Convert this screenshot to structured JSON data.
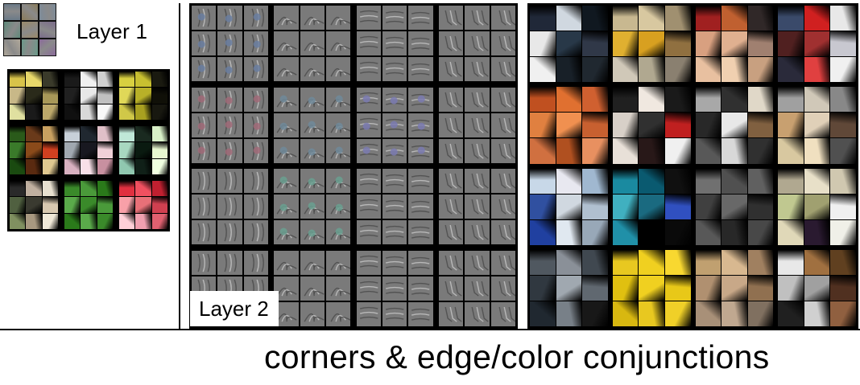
{
  "layer1": {
    "label": "Layer 1"
  },
  "layer2": {
    "label": "Layer 2"
  },
  "caption": "corners & edge/color conjunctions",
  "colors": {
    "background": "#ffffff",
    "grid_border": "#000000",
    "filter_gray": "#7a7a7a"
  },
  "layer1_filter_colors": [
    "#6b7a88",
    "#8a7c5a",
    "#7c8b9a",
    "#5f8a7a",
    "#9a8a6a",
    "#7a6b8a",
    "#b0a89a",
    "#6a9a8a",
    "#8a6a9a"
  ],
  "layer1_patch_groups": [
    [
      "#d8c34a",
      "#e8d86a",
      "#3a3a2a",
      "#c8b888",
      "#2a2a1a",
      "#a89858",
      "#e0e0a0",
      "#1a1a1a",
      "#bca86a"
    ],
    [
      "#1a1a1a",
      "#f0f0f0",
      "#d0d0d0",
      "#202020",
      "#e8e8e8",
      "#c0c0c0",
      "#101010",
      "#d8d8d8",
      "#f8f8f8"
    ],
    [
      "#d8d040",
      "#c8c030",
      "#1a1a10",
      "#e0d858",
      "#b8b028",
      "#101008",
      "#d0c848",
      "#a8a020",
      "#181810"
    ],
    [
      "#2a5a1a",
      "#6a3a1a",
      "#c8a060",
      "#3a7a2a",
      "#8a4a1a",
      "#d04020",
      "#1a4a10",
      "#5a2a10",
      "#e0c890"
    ],
    [
      "#c8d0d8",
      "#202830",
      "#e0c0c8",
      "#a0a8b0",
      "#181820",
      "#f0d0d8",
      "#d8b0c0",
      "#f8e0e8",
      "#c890a0"
    ],
    [
      "#c0e8d8",
      "#1a2a20",
      "#d8f0c8",
      "#a8d8c0",
      "#0a1a10",
      "#e8f8d0",
      "#90c8b0",
      "#102018",
      "#f0ffe0"
    ],
    [
      "#2a2a2a",
      "#c0b0a0",
      "#e8e0d0",
      "#506040",
      "#3a3a30",
      "#d8c8b0",
      "#809060",
      "#a89880",
      "#f0e8d8"
    ],
    [
      "#3a8a2a",
      "#4a9a3a",
      "#2a7a1a",
      "#5aaa4a",
      "#3a8a2a",
      "#4a9a3a",
      "#2a7a1a",
      "#5aaa4a",
      "#3a8a2a"
    ],
    [
      "#e03040",
      "#f05060",
      "#c02030",
      "#f8a0a8",
      "#e87078",
      "#d04050",
      "#ffd0d8",
      "#f0a0b0",
      "#e06070"
    ]
  ],
  "layer2_filter_tints": [
    "#6a7ea0",
    "#8a8a8a",
    "#8a8a8a",
    "#8a8a8a",
    "#a06a78",
    "#708a9a",
    "#7a7ab0",
    "#8a8a8a",
    "#8a8a8a",
    "#6aa090",
    "#8a8a8a",
    "#8a8a8a",
    "#8a8a8a",
    "#8a8a8a",
    "#8a8a8a",
    "#8a8a8a"
  ],
  "layer2_patch_groups": [
    [
      "#202838",
      "#d0d8e0",
      "#101820",
      "#e8e8e8",
      "#283848",
      "#303848",
      "#f0f0f0",
      "#182028",
      "#202830"
    ],
    [
      "#c8b890",
      "#d8c8a0",
      "#a09070",
      "#e0b030",
      "#d8a020",
      "#907040",
      "#d0c8b8",
      "#b0a890",
      "#8a8070"
    ],
    [
      "#a02020",
      "#c06030",
      "#302828",
      "#d8a080",
      "#e0b090",
      "#a08070",
      "#e8c0a0",
      "#f0d0b0",
      "#c8a080"
    ],
    [
      "#3a4a6a",
      "#d02020",
      "#e8e8e8",
      "#502020",
      "#a03030",
      "#c8c8d0",
      "#2a2a3a",
      "#e04040",
      "#f0f0f0"
    ],
    [
      "#c05020",
      "#e07030",
      "#d06030",
      "#e08040",
      "#f09050",
      "#c86030",
      "#d07040",
      "#b05020",
      "#e89060"
    ],
    [
      "#202020",
      "#f0e8e0",
      "#1a1a1a",
      "#d8d0c8",
      "#303030",
      "#c02020",
      "#e8e0d8",
      "#281818",
      "#f0f0f0"
    ],
    [
      "#a8a8a8",
      "#303030",
      "#e0d8c8",
      "#282828",
      "#e8e8e8",
      "#806040",
      "#585858",
      "#d8d8d8",
      "#303030"
    ],
    [
      "#a0a0a0",
      "#d0c8b8",
      "#888888",
      "#c8a070",
      "#e0d0b8",
      "#604838",
      "#d8c8a0",
      "#f0e0c0",
      "#505050"
    ],
    [
      "#c8d8e8",
      "#e8e8f0",
      "#a0b8d0",
      "#3050a0",
      "#d0d8e0",
      "#b0c0d0",
      "#2040a0",
      "#e0e8f0",
      "#98a8b8"
    ],
    [
      "#1a8aa0",
      "#0a5a70",
      "#101010",
      "#40b0c0",
      "#1a6a80",
      "#3050c0",
      "#2090a8",
      "#000000",
      "#0a0a0a"
    ],
    [
      "#707070",
      "#505050",
      "#606060",
      "#404040",
      "#686868",
      "#303030",
      "#585858",
      "#282828",
      "#484848"
    ],
    [
      "#b0a890",
      "#e8e0c8",
      "#d0c8b0",
      "#c0c890",
      "#a0a070",
      "#f0f0f0",
      "#e0d8b8",
      "#2a1a30",
      "#f0f0e8"
    ],
    [
      "#505860",
      "#8a9098",
      "#404850",
      "#303840",
      "#a0a8b0",
      "#606870",
      "#202830",
      "#788088",
      "#181818"
    ],
    [
      "#e8c820",
      "#f0d020",
      "#f8d830",
      "#e0c010",
      "#f0d020",
      "#e8c818",
      "#d8b810",
      "#e8c820",
      "#f0d028"
    ],
    [
      "#c0a070",
      "#d8b890",
      "#a08060",
      "#b09070",
      "#c8a888",
      "#907050",
      "#a89078",
      "#c0a890",
      "#807060"
    ],
    [
      "#e8e8e8",
      "#a07040",
      "#604020",
      "#c0c0c0",
      "#a0a0a0",
      "#503020",
      "#202020",
      "#d0d0d0",
      "#906040"
    ]
  ]
}
